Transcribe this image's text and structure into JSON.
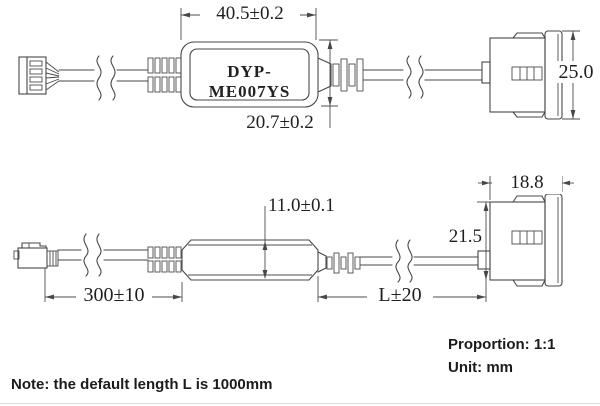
{
  "colors": {
    "line": "#474747",
    "text": "#1f1f1f",
    "background": "#ffffff"
  },
  "diagram": {
    "module_label": "DYP-ME007YS",
    "dimensions": {
      "module_length": "40.5±0.2",
      "module_width": "20.7±0.2",
      "sensor_diameter": "25.0",
      "module_thickness": "11.0±0.1",
      "cable_connector_length": "300±10",
      "cable_sensor_length": "L±20",
      "sensor_depth": "18.8",
      "sensor_body_height": "21.5"
    },
    "footer": {
      "proportion": "Proportion: 1:1",
      "unit": "Unit: mm",
      "note": "Note: the default length L is 1000mm"
    }
  }
}
